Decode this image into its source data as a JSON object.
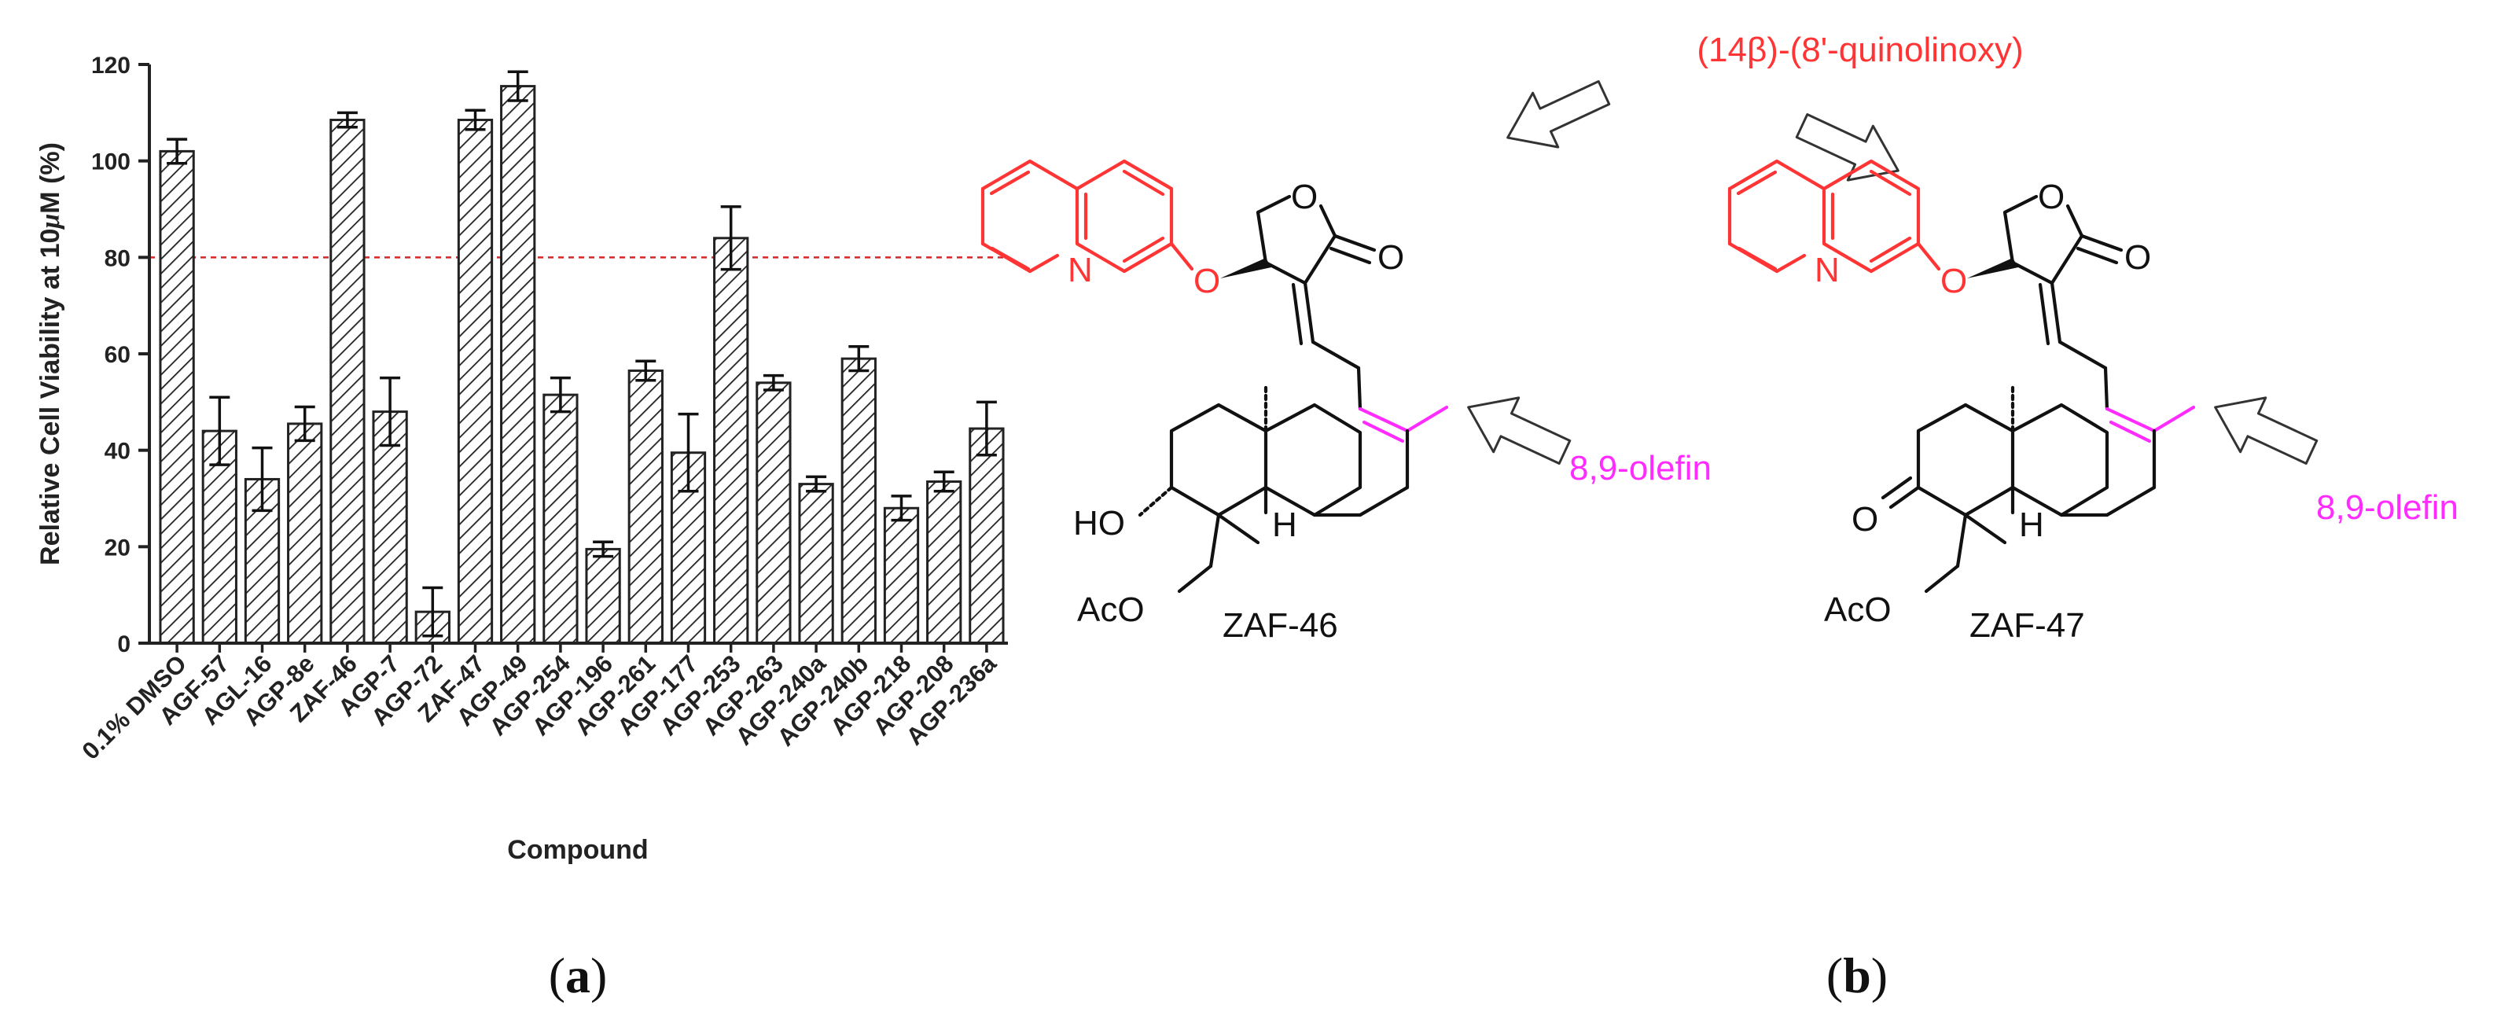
{
  "chart_data": {
    "type": "bar",
    "ylabel_main": "Relative Cell Viability at 10",
    "ylabel_mu": "μ",
    "ylabel_end": "M (%)",
    "xlabel": "Compound",
    "ylim": [
      0,
      120
    ],
    "yticks": [
      "0",
      "20",
      "40",
      "60",
      "80",
      "100",
      "120"
    ],
    "threshold": 80,
    "threshold_color": "#d62728",
    "bar_pattern": "diagonal-hatch",
    "categories": [
      "0.1% DMSO",
      "AGF-57",
      "AGL-16",
      "AGP-8e",
      "ZAF-46",
      "AGP-7",
      "AGP-72",
      "ZAF-47",
      "AGP-49",
      "AGP-254",
      "AGP-196",
      "AGP-261",
      "AGP-177",
      "AGP-253",
      "AGP-263",
      "AGP-240a",
      "AGP-240b",
      "AGP-218",
      "AGP-208",
      "AGP-236a"
    ],
    "values": [
      102,
      44,
      34,
      45.5,
      108.5,
      48,
      6.5,
      108.5,
      115.5,
      51.5,
      19.5,
      56.5,
      39.5,
      84,
      54,
      33,
      59,
      28,
      33.5,
      44.5
    ],
    "errors": [
      2.5,
      7,
      6.5,
      3.5,
      1.5,
      7,
      5,
      2,
      3,
      3.5,
      1.5,
      2,
      8,
      6.5,
      1.5,
      1.5,
      2.5,
      2.5,
      2,
      5.5
    ]
  },
  "panels": {
    "a": "a",
    "b": "b"
  },
  "scheme": {
    "header": "(14β)-(8'-quinolinoxy)",
    "olefin_label": "8,9-olefin",
    "compound_1": "ZAF-46",
    "compound_2": "ZAF-47",
    "atoms": {
      "O": "O",
      "N": "N",
      "H": "H",
      "HO": "HO",
      "AcO": "AcO"
    },
    "colors": {
      "highlight_red": "#ff3434",
      "highlight_magenta": "#ff2bff"
    }
  }
}
